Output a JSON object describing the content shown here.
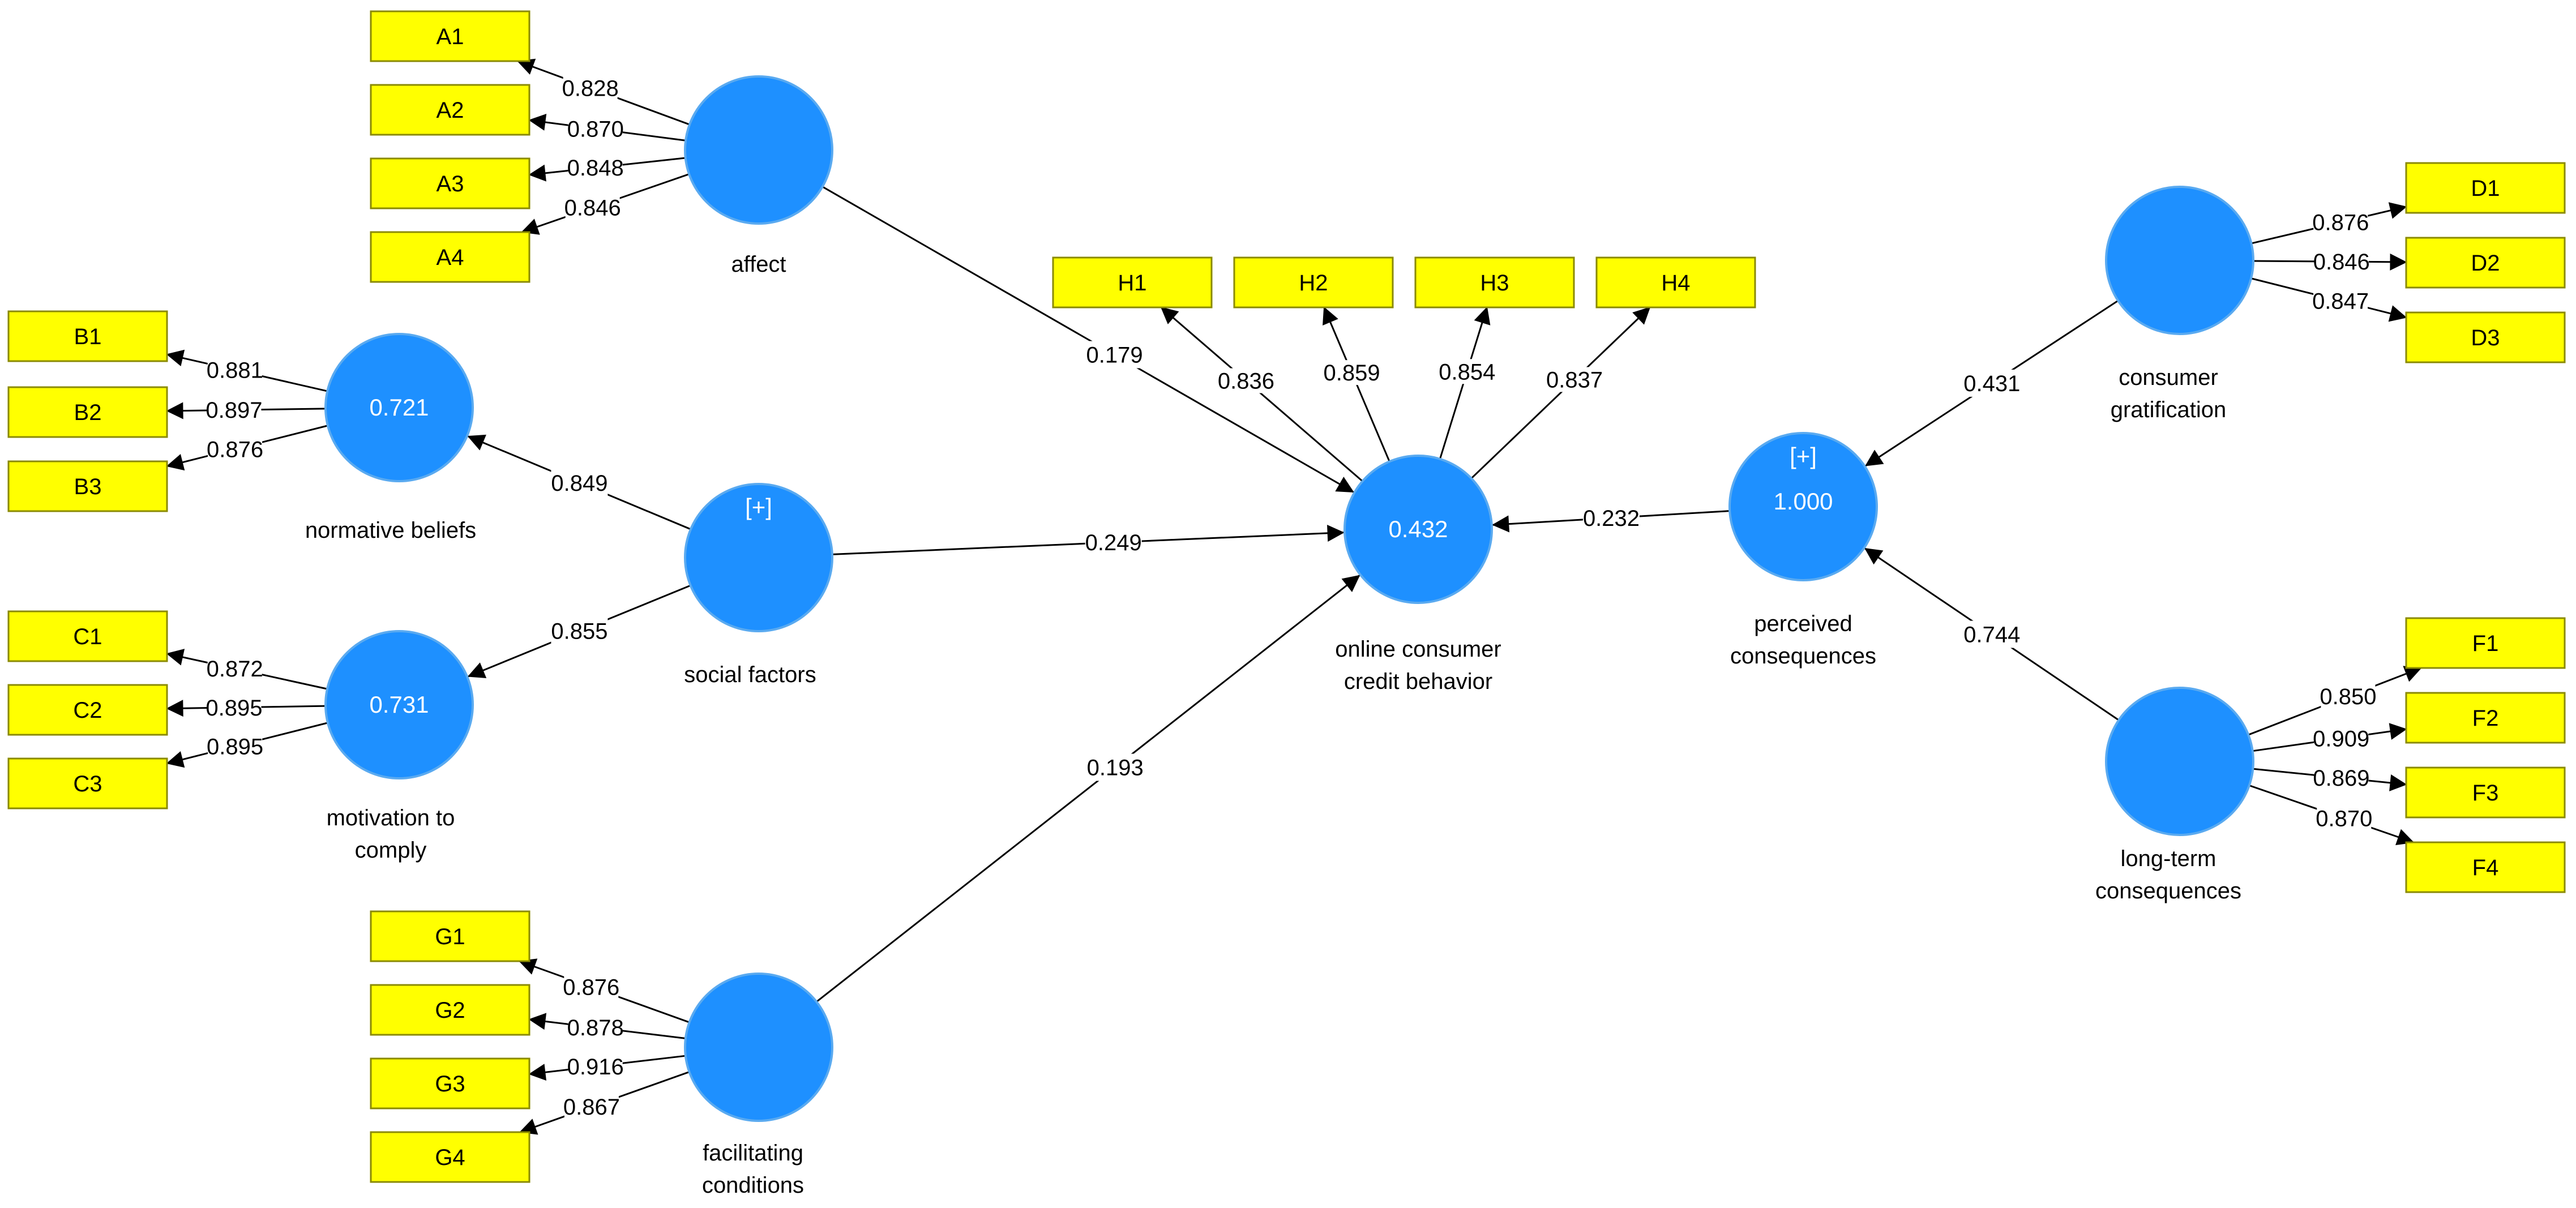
{
  "colors": {
    "latent_fill": "#1e90ff",
    "latent_stroke": "#5aaaf0",
    "indicator_fill": "#ffff00",
    "indicator_stroke": "#8a8a00",
    "path_stroke": "#000000",
    "value_text": "#ffffff"
  },
  "icons": {
    "latent": "circle-shape",
    "indicator": "rectangle-shape",
    "arrowhead": "arrow-head"
  },
  "latents": [
    {
      "id": "affect",
      "label": [
        "affect"
      ],
      "value": ""
    },
    {
      "id": "normative-beliefs",
      "label": [
        "normative beliefs"
      ],
      "value": "0.721"
    },
    {
      "id": "social-factors",
      "label": [
        "social factors"
      ],
      "value": "",
      "badge": "[+]"
    },
    {
      "id": "motivation-to-comply",
      "label": [
        "motivation to",
        "comply"
      ],
      "value": "0.731"
    },
    {
      "id": "facilitating-conditions",
      "label": [
        "facilitating",
        "conditions"
      ],
      "value": ""
    },
    {
      "id": "online-consumer-credit-behavior",
      "label": [
        "online consumer",
        "credit behavior"
      ],
      "value": "0.432"
    },
    {
      "id": "perceived-consequences",
      "label": [
        "perceived",
        "consequences"
      ],
      "value": "1.000",
      "badge": "[+]"
    },
    {
      "id": "consumer-gratification",
      "label": [
        "consumer",
        "gratification"
      ],
      "value": ""
    },
    {
      "id": "long-term-consequences",
      "label": [
        "long-term",
        "consequences"
      ],
      "value": ""
    }
  ],
  "indicators": [
    "A1",
    "A2",
    "A3",
    "A4",
    "B1",
    "B2",
    "B3",
    "C1",
    "C2",
    "C3",
    "D1",
    "D2",
    "D3",
    "F1",
    "F2",
    "F3",
    "F4",
    "G1",
    "G2",
    "G3",
    "G4",
    "H1",
    "H2",
    "H3",
    "H4"
  ],
  "outer_loadings": [
    {
      "from": "affect",
      "to": "A1",
      "value": "0.828"
    },
    {
      "from": "affect",
      "to": "A2",
      "value": "0.870"
    },
    {
      "from": "affect",
      "to": "A3",
      "value": "0.848"
    },
    {
      "from": "affect",
      "to": "A4",
      "value": "0.846"
    },
    {
      "from": "normative-beliefs",
      "to": "B1",
      "value": "0.881"
    },
    {
      "from": "normative-beliefs",
      "to": "B2",
      "value": "0.897"
    },
    {
      "from": "normative-beliefs",
      "to": "B3",
      "value": "0.876"
    },
    {
      "from": "motivation-to-comply",
      "to": "C1",
      "value": "0.872"
    },
    {
      "from": "motivation-to-comply",
      "to": "C2",
      "value": "0.895"
    },
    {
      "from": "motivation-to-comply",
      "to": "C3",
      "value": "0.895"
    },
    {
      "from": "facilitating-conditions",
      "to": "G1",
      "value": "0.876"
    },
    {
      "from": "facilitating-conditions",
      "to": "G2",
      "value": "0.878"
    },
    {
      "from": "facilitating-conditions",
      "to": "G3",
      "value": "0.916"
    },
    {
      "from": "facilitating-conditions",
      "to": "G4",
      "value": "0.867"
    },
    {
      "from": "online-consumer-credit-behavior",
      "to": "H1",
      "value": "0.836"
    },
    {
      "from": "online-consumer-credit-behavior",
      "to": "H2",
      "value": "0.859"
    },
    {
      "from": "online-consumer-credit-behavior",
      "to": "H3",
      "value": "0.854"
    },
    {
      "from": "online-consumer-credit-behavior",
      "to": "H4",
      "value": "0.837"
    },
    {
      "from": "consumer-gratification",
      "to": "D1",
      "value": "0.876"
    },
    {
      "from": "consumer-gratification",
      "to": "D2",
      "value": "0.846"
    },
    {
      "from": "consumer-gratification",
      "to": "D3",
      "value": "0.847"
    },
    {
      "from": "long-term-consequences",
      "to": "F1",
      "value": "0.850"
    },
    {
      "from": "long-term-consequences",
      "to": "F2",
      "value": "0.909"
    },
    {
      "from": "long-term-consequences",
      "to": "F3",
      "value": "0.869"
    },
    {
      "from": "long-term-consequences",
      "to": "F4",
      "value": "0.870"
    }
  ],
  "paths": [
    {
      "from": "affect",
      "to": "online-consumer-credit-behavior",
      "value": "0.179"
    },
    {
      "from": "social-factors",
      "to": "online-consumer-credit-behavior",
      "value": "0.249"
    },
    {
      "from": "facilitating-conditions",
      "to": "online-consumer-credit-behavior",
      "value": "0.193"
    },
    {
      "from": "perceived-consequences",
      "to": "online-consumer-credit-behavior",
      "value": "0.232"
    },
    {
      "from": "social-factors",
      "to": "normative-beliefs",
      "value": "0.849"
    },
    {
      "from": "social-factors",
      "to": "motivation-to-comply",
      "value": "0.855"
    },
    {
      "from": "consumer-gratification",
      "to": "perceived-consequences",
      "value": "0.431"
    },
    {
      "from": "long-term-consequences",
      "to": "perceived-consequences",
      "value": "0.744"
    }
  ]
}
